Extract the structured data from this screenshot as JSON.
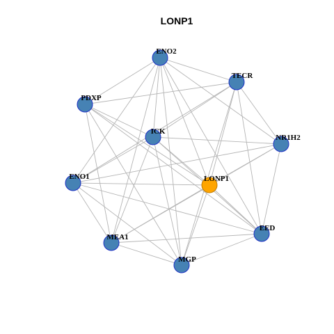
{
  "title": "LONP1",
  "colors": {
    "node_default": "#4682B4",
    "node_default_border": "#1C2FC4",
    "node_focus": "#FFA500",
    "node_focus_border": "#C07A00",
    "edge": "#B4B4B4"
  },
  "nodes": [
    {
      "id": "ENO2",
      "label": "ENO2",
      "focus": false
    },
    {
      "id": "TECR",
      "label": "TECR",
      "focus": false
    },
    {
      "id": "PDXP",
      "label": "PDXP",
      "focus": false
    },
    {
      "id": "ICK",
      "label": "ICK",
      "focus": false
    },
    {
      "id": "NR1H2",
      "label": "NR1H2",
      "focus": false
    },
    {
      "id": "ENO1",
      "label": "ENO1",
      "focus": false
    },
    {
      "id": "LONP1",
      "label": "LONP1",
      "focus": true
    },
    {
      "id": "EED",
      "label": "EED",
      "focus": false
    },
    {
      "id": "MEA1",
      "label": "MEA1",
      "focus": false
    },
    {
      "id": "MGP",
      "label": "MGP",
      "focus": false
    }
  ],
  "edges": [
    [
      "ENO2",
      "TECR"
    ],
    [
      "ENO2",
      "PDXP"
    ],
    [
      "ENO2",
      "NR1H2"
    ],
    [
      "ENO2",
      "ENO1"
    ],
    [
      "ENO2",
      "MEA1"
    ],
    [
      "ENO2",
      "MGP"
    ],
    [
      "ENO2",
      "LONP1"
    ],
    [
      "ENO2",
      "EED"
    ],
    [
      "ENO2",
      "ICK"
    ],
    [
      "TECR",
      "PDXP"
    ],
    [
      "TECR",
      "ICK"
    ],
    [
      "TECR",
      "NR1H2"
    ],
    [
      "TECR",
      "LONP1"
    ],
    [
      "TECR",
      "MGP"
    ],
    [
      "TECR",
      "EED"
    ],
    [
      "TECR",
      "ENO1"
    ],
    [
      "PDXP",
      "ICK"
    ],
    [
      "PDXP",
      "LONP1"
    ],
    [
      "PDXP",
      "MEA1"
    ],
    [
      "PDXP",
      "MGP"
    ],
    [
      "PDXP",
      "EED"
    ],
    [
      "ICK",
      "NR1H2"
    ],
    [
      "ICK",
      "ENO1"
    ],
    [
      "ICK",
      "MEA1"
    ],
    [
      "ICK",
      "MGP"
    ],
    [
      "ICK",
      "EED"
    ],
    [
      "ICK",
      "LONP1"
    ],
    [
      "NR1H2",
      "LONP1"
    ],
    [
      "NR1H2",
      "MEA1"
    ],
    [
      "NR1H2",
      "EED"
    ],
    [
      "NR1H2",
      "ENO1"
    ],
    [
      "ENO1",
      "LONP1"
    ],
    [
      "ENO1",
      "MEA1"
    ],
    [
      "ENO1",
      "MGP"
    ],
    [
      "ENO1",
      "EED"
    ],
    [
      "LONP1",
      "MEA1"
    ],
    [
      "LONP1",
      "MGP"
    ],
    [
      "LONP1",
      "EED"
    ],
    [
      "MEA1",
      "EED"
    ],
    [
      "MEA1",
      "MGP"
    ],
    [
      "MGP",
      "EED"
    ]
  ]
}
